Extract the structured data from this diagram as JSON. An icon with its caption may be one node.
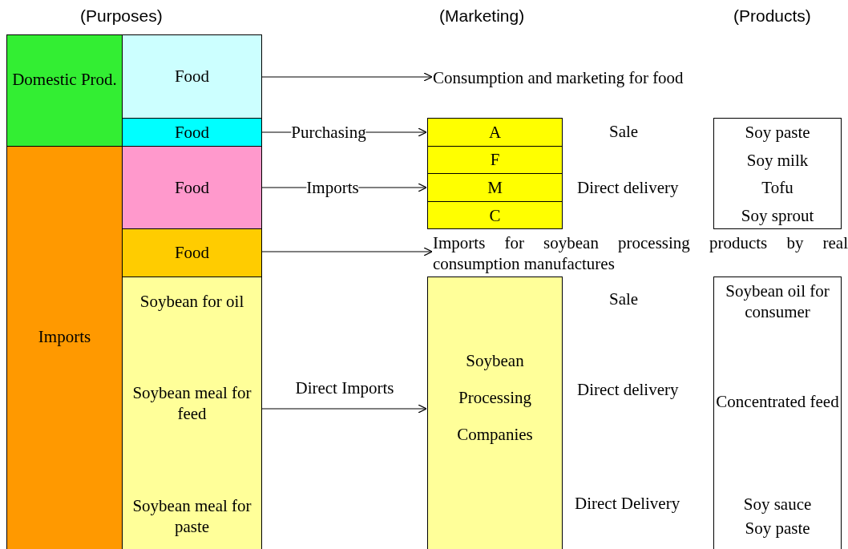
{
  "diagram": {
    "nodes": [
      {
        "text": [
          "Domestic Prod."
        ]
      },
      {
        "text": [
          "Food"
        ]
      },
      {
        "text": [
          "Food"
        ]
      },
      {
        "text": [
          "Imports"
        ]
      },
      {
        "text": [
          "Food"
        ]
      },
      {
        "text": [
          "Food"
        ]
      },
      {
        "text": [
          "Soybean for oil",
          "Soybean meal for feed",
          "Soybean meal for paste"
        ]
      },
      {
        "text": [
          "Consumption and marketing for food"
        ]
      },
      {
        "text": [
          "A",
          "F",
          "M",
          "C"
        ]
      },
      {
        "text": [
          "Soy paste",
          "Soy milk",
          "Tofu",
          "Soy sprout"
        ]
      },
      {
        "text": [
          "Imports for soybean processing products by real consumption manufactures"
        ]
      },
      {
        "text": [
          "Soybean Processing Companies"
        ]
      },
      {
        "text": [
          "Soybean oil for consumer",
          "Concentrated feed",
          "Soy sauce",
          "Soy paste"
        ]
      }
    ],
    "edges": [
      {
        "from": 1,
        "to": 7,
        "arrow": "to"
      },
      {
        "from": 2,
        "to": 8,
        "arrow": "to",
        "label": "Purchasing"
      },
      {
        "from": 4,
        "to": 8,
        "arrow": "to",
        "label": "Imports"
      },
      {
        "from": 5,
        "to": 10,
        "arrow": "to"
      },
      {
        "from": 6,
        "to": 11,
        "arrow": "to",
        "label": "Direct Imports"
      }
    ],
    "labels": [
      "(Purposes)",
      "(Marketing)",
      "(Products)",
      "Sale",
      "Direct delivery",
      "Sale",
      "Direct delivery",
      "Direct Delivery"
    ]
  }
}
